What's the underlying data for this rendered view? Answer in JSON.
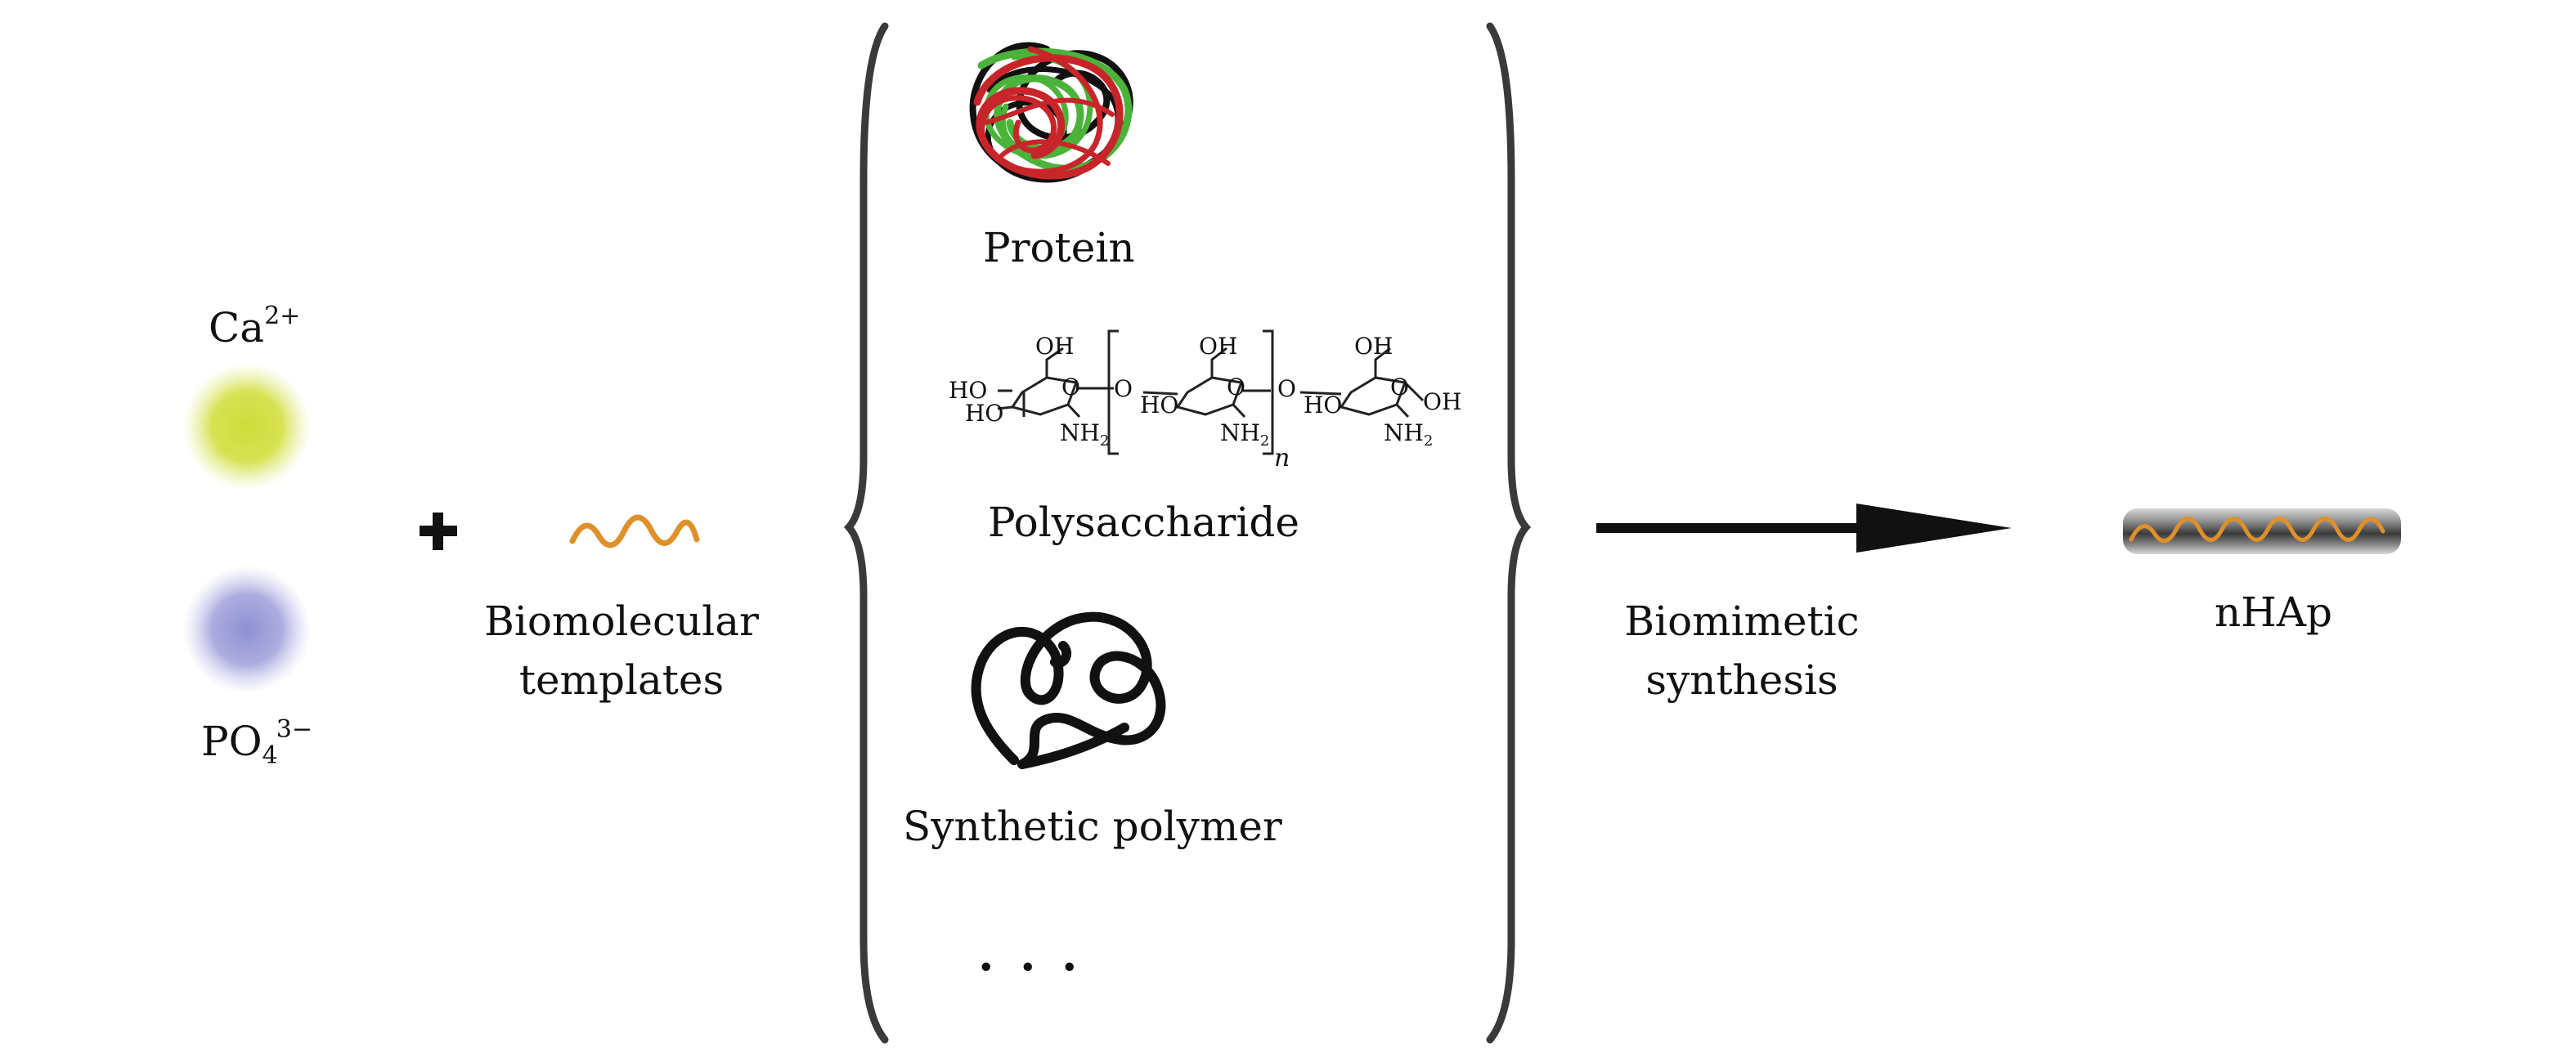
{
  "ions": {
    "calcium": {
      "base": "Ca",
      "charge": "2+"
    },
    "phosphate": {
      "base": "PO",
      "subscript": "4",
      "charge": "3−"
    }
  },
  "operator": "+",
  "template": {
    "label_line1": "Biomolecular",
    "label_line2": "templates"
  },
  "template_types": {
    "protein": "Protein",
    "polysaccharide": "Polysaccharide",
    "synthetic_polymer": "Synthetic polymer",
    "more": ". . ."
  },
  "polysaccharide_structure": {
    "oh": "OH",
    "ho": "HO",
    "o": "O",
    "nh2": "NH",
    "nh2_sub": "2",
    "repeat": "n"
  },
  "process": {
    "label_line1": "Biomimetic",
    "label_line2": "synthesis"
  },
  "product": {
    "label": "nHAp"
  },
  "colors": {
    "calcium": "#cfdc3a",
    "phosphate": "#8f8fd4",
    "template_wave": "#e0902a",
    "protein_red": "#c8252a",
    "protein_green": "#4cb33a",
    "text": "#111111"
  }
}
